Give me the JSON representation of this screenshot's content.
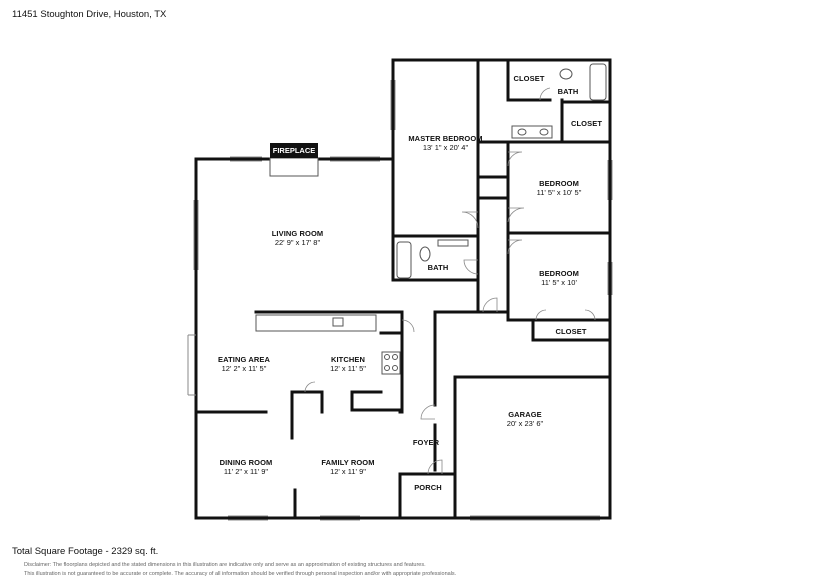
{
  "header": {
    "address": "11451 Stoughton Drive, Houston, TX"
  },
  "rooms": {
    "master_bedroom": {
      "name": "MASTER BEDROOM",
      "dims": "13' 1\" x 20' 4\""
    },
    "living_room": {
      "name": "LIVING ROOM",
      "dims": "22' 9\" x 17' 8\""
    },
    "bedroom_1": {
      "name": "BEDROOM",
      "dims": "11' 5\" x 10' 5\""
    },
    "bedroom_2": {
      "name": "BEDROOM",
      "dims": "11' 5\" x 10'"
    },
    "eating_area": {
      "name": "EATING AREA",
      "dims": "12' 2\" x 11' 5\""
    },
    "kitchen": {
      "name": "KITCHEN",
      "dims": "12' x 11' 5\""
    },
    "garage": {
      "name": "GARAGE",
      "dims": "20' x 23' 6\""
    },
    "dining_room": {
      "name": "DINING ROOM",
      "dims": "11' 2\" x 11' 9\""
    },
    "family_room": {
      "name": "FAMILY ROOM",
      "dims": "12' x 11' 9\""
    }
  },
  "labels": {
    "fireplace": "FIREPLACE",
    "closet_master": "CLOSET",
    "closet_bath": "CLOSET",
    "closet_bedroom": "CLOSET",
    "bath_master": "BATH",
    "bath_hall": "BATH",
    "foyer": "FOYER",
    "porch": "PORCH"
  },
  "footer": {
    "total": "Total Square Footage - 2329 sq. ft.",
    "disclaimer_1": "Disclaimer: The floorplans depicted and the stated dimensions in this illustration are indicative only and serve as an approximation of existing structures and features.",
    "disclaimer_2": "This illustration is not guaranteed to be accurate or complete. The accuracy of all information should be verified through personal inspection and/or with appropriate professionals."
  }
}
